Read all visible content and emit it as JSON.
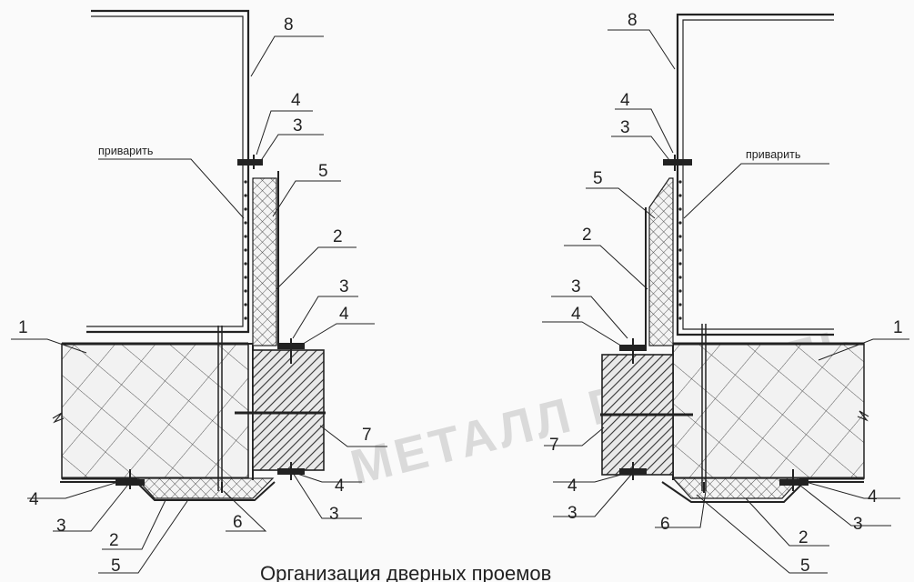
{
  "callouts": {
    "n1": "1",
    "n2": "2",
    "n3": "3",
    "n4": "4",
    "n5": "5",
    "n6": "6",
    "n7": "7",
    "n8": "8"
  },
  "note_weld": "приварить",
  "watermark": "МЕТАЛЛ ПРОФИЛЬ",
  "caption": "Организация дверных проемов"
}
